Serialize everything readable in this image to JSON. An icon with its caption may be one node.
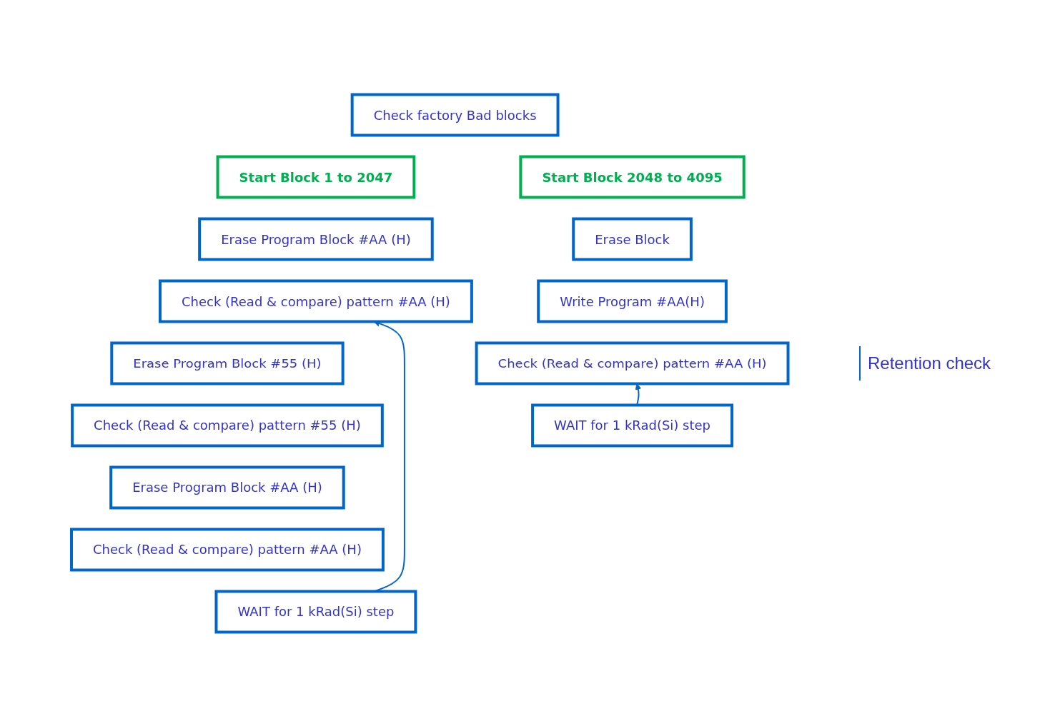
{
  "diagram": {
    "nodes": [
      {
        "text": [
          "Check factory Bad blocks"
        ]
      },
      {
        "text": [
          "Start Block 1 to 2047"
        ]
      },
      {
        "text": [
          "Erase Program Block #AA (H)"
        ]
      },
      {
        "text": [
          "Check (Read & compare) pattern #AA (H)"
        ]
      },
      {
        "text": [
          "Erase Program Block #55 (H)"
        ]
      },
      {
        "text": [
          "Check (Read & compare) pattern #55 (H)"
        ]
      },
      {
        "text": [
          "Erase Program Block #AA (H)"
        ]
      },
      {
        "text": [
          "Check (Read & compare) pattern #AA (H)"
        ]
      },
      {
        "text": [
          "WAIT for 1 kRad(Si) step"
        ]
      },
      {
        "text": [
          "Start Block 2048 to 4095"
        ]
      },
      {
        "text": [
          "Erase Block"
        ]
      },
      {
        "text": [
          "Write Program #AA(H)"
        ]
      },
      {
        "text": [
          "Check (Read & compare) pattern #AA (H)"
        ]
      },
      {
        "text": [
          "WAIT for 1 kRad(Si) step"
        ]
      }
    ],
    "edges": [
      {
        "from": 8,
        "to": 3,
        "arrow": "to"
      },
      {
        "from": 13,
        "to": 12,
        "arrow": "to"
      }
    ],
    "labels": [
      "Retention check"
    ]
  }
}
